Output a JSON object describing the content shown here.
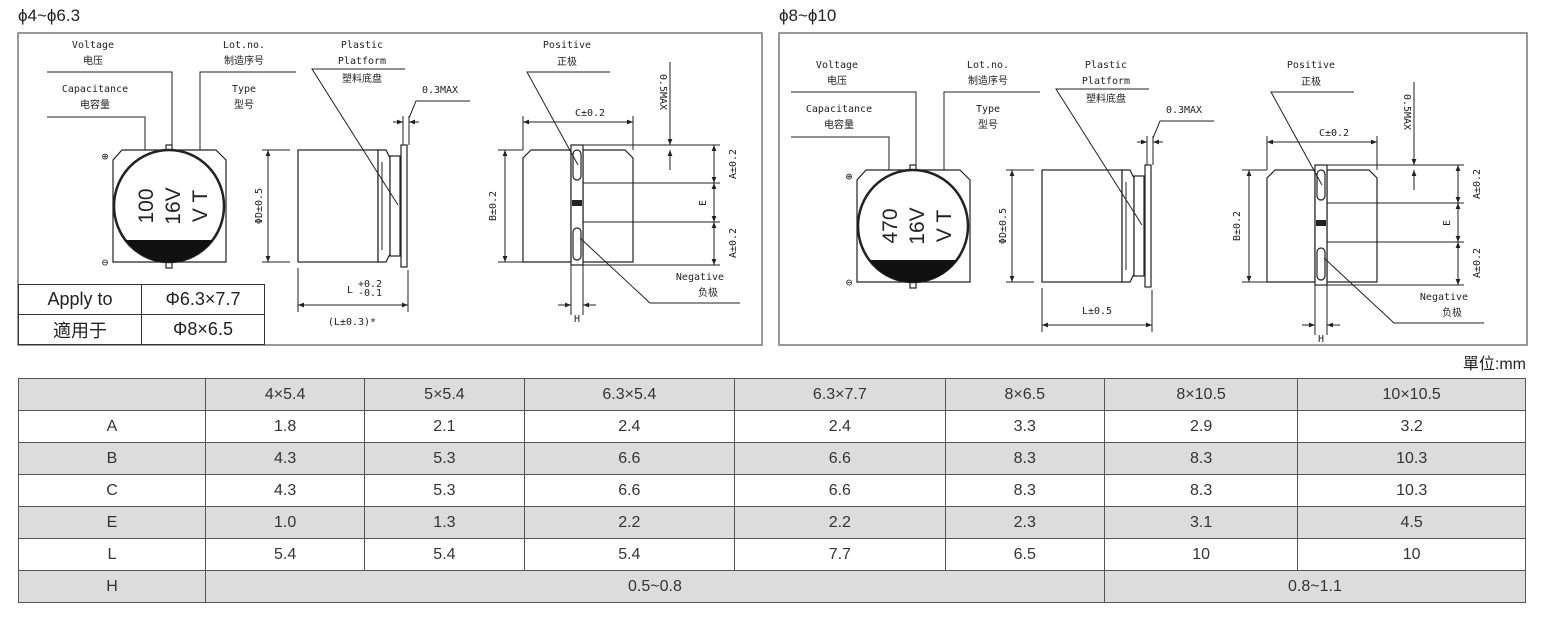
{
  "left": {
    "title": "ϕ4~ϕ6.3",
    "marking": {
      "cap": "100",
      "volt": "16V",
      "type": "V T"
    },
    "l_dim": "L",
    "l_tol_upper": "+0.2",
    "l_tol_lower": "-0.1",
    "l_alt": "(L±0.3)*",
    "apply": {
      "label": "Apply to",
      "label_cn": "適用于",
      "size1": "Φ6.3×7.7",
      "size2": "Φ8×6.5"
    }
  },
  "right": {
    "title": "ϕ8~ϕ10",
    "marking": {
      "cap": "470",
      "volt": "16V",
      "type": "V T"
    },
    "l_dim": "L±0.5"
  },
  "labels": {
    "voltage": "Voltage",
    "voltage_cn": "电压",
    "lot": "Lot.no.",
    "lot_cn": "制造序号",
    "cap": "Capacitance",
    "cap_cn": "电容量",
    "type": "Type",
    "type_cn": "型号",
    "plastic": "Plastic",
    "platform": "Platform",
    "plastic_cn": "塑料底盘",
    "max03": "0.3MAX",
    "max05": "0.5MAX",
    "positive": "Positive",
    "positive_cn": "正极",
    "negative": "Negative",
    "negative_cn": "负极",
    "c_dim": "C±0.2",
    "b_dim": "B±0.2",
    "a_dim": "A±0.2",
    "e_dim": "E",
    "h_dim": "H",
    "d_dim": "ΦD±0.5",
    "plus": "⊕",
    "minus": "⊖"
  },
  "unit": "單位:mm",
  "table": {
    "headers": [
      "",
      "4×5.4",
      "5×5.4",
      "6.3×5.4",
      "6.3×7.7",
      "8×6.5",
      "8×10.5",
      "10×10.5"
    ],
    "rows": [
      [
        "A",
        "1.8",
        "2.1",
        "2.4",
        "2.4",
        "3.3",
        "2.9",
        "3.2"
      ],
      [
        "B",
        "4.3",
        "5.3",
        "6.6",
        "6.6",
        "8.3",
        "8.3",
        "10.3"
      ],
      [
        "C",
        "4.3",
        "5.3",
        "6.6",
        "6.6",
        "8.3",
        "8.3",
        "10.3"
      ],
      [
        "E",
        "1.0",
        "1.3",
        "2.2",
        "2.2",
        "2.3",
        "3.1",
        "4.5"
      ],
      [
        "L",
        "5.4",
        "5.4",
        "5.4",
        "7.7",
        "6.5",
        "10",
        "10"
      ]
    ],
    "h_row": {
      "label": "H",
      "small": "0.5~0.8",
      "large": "0.8~1.1"
    }
  }
}
